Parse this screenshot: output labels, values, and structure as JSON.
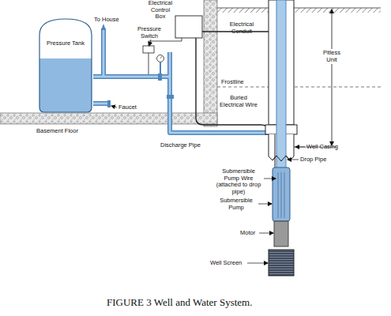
{
  "diagram": {
    "caption": "FIGURE 3 Well and Water System.",
    "nodes": [
      {
        "text": [
          "Pressure Tank"
        ]
      }
    ],
    "labels": [
      "Electrical Control Box",
      "To House",
      "Pressure Switch",
      "Electrical Conduit",
      "Pitless Unit",
      "Frostline",
      "Buried Electrical Wire",
      "Faucet",
      "Basement Floor",
      "Discharge Pipe",
      "Well Casing",
      "Drop Pipe",
      "Submersible Pump Wire (attached to drop pipe)",
      "Submersible Pump",
      "Motor",
      "Well Screen"
    ]
  }
}
